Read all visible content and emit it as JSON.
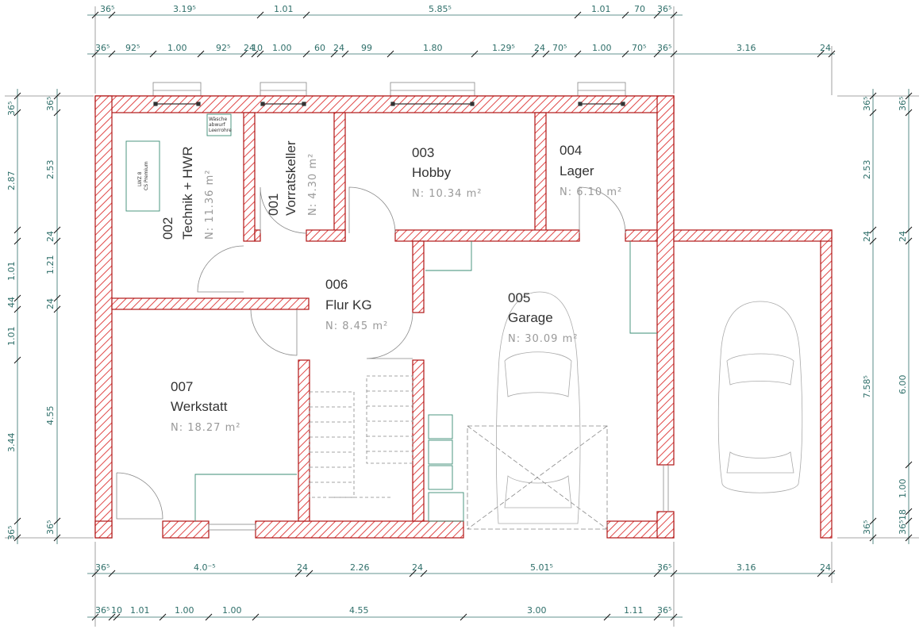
{
  "rooms": [
    {
      "num": "001",
      "name": "Vorratskeller",
      "area": "N:  4.30  m²"
    },
    {
      "num": "002",
      "name": "Technik + HWR",
      "area": "N:  11.36  m²"
    },
    {
      "num": "003",
      "name": "Hobby",
      "area": "N:  10.34  m²"
    },
    {
      "num": "004",
      "name": "Lager",
      "area": "N:  6.10  m²"
    },
    {
      "num": "005",
      "name": "Garage",
      "area": "N:  30.09  m²"
    },
    {
      "num": "006",
      "name": "Flur KG",
      "area": "N:  8.45  m²"
    },
    {
      "num": "007",
      "name": "Werkstatt",
      "area": "N:  18.27  m²"
    }
  ],
  "labels": {
    "heater": [
      "LWZ 8",
      "CS Premium"
    ],
    "chute": [
      "Wäsche",
      "abwurf",
      "Leerrohre"
    ]
  },
  "dims": {
    "top1": [
      "36⁵",
      "3.19⁵",
      "1.01",
      "5.85⁵",
      "1.01",
      "70",
      "36⁵"
    ],
    "top2": [
      "36⁵",
      "92⁵",
      "1.00",
      "92⁵",
      "24",
      "10",
      "1.00",
      "60",
      "24",
      "99",
      "1.80",
      "1.29⁵",
      "24",
      "70⁵",
      "1.00",
      "70⁵",
      "36⁵",
      "3.16",
      "24"
    ],
    "bottom1": [
      "36⁵",
      "4.0⁻⁵",
      "24",
      "2.26",
      "24",
      "5.01⁵",
      "36⁵",
      "3.16",
      "24"
    ],
    "bottom2": [
      "36⁵",
      "10",
      "1.01",
      "1.00",
      "1.00",
      "4.55",
      "3.00",
      "1.11",
      "36⁵"
    ],
    "left1": [
      "36⁵",
      "2.87",
      "1.01",
      "44",
      "1.01",
      "3.44",
      "36⁵"
    ],
    "left2": [
      "36⁵",
      "2.53",
      "24",
      "1.21",
      "24",
      "4.55",
      "36⁵"
    ],
    "right1": [
      "36⁵",
      "2.53",
      "24",
      "7.58⁵",
      "36⁵"
    ],
    "right2": [
      "36⁵",
      "24",
      "6.00",
      "1.00",
      "36⁵",
      "18"
    ]
  }
}
